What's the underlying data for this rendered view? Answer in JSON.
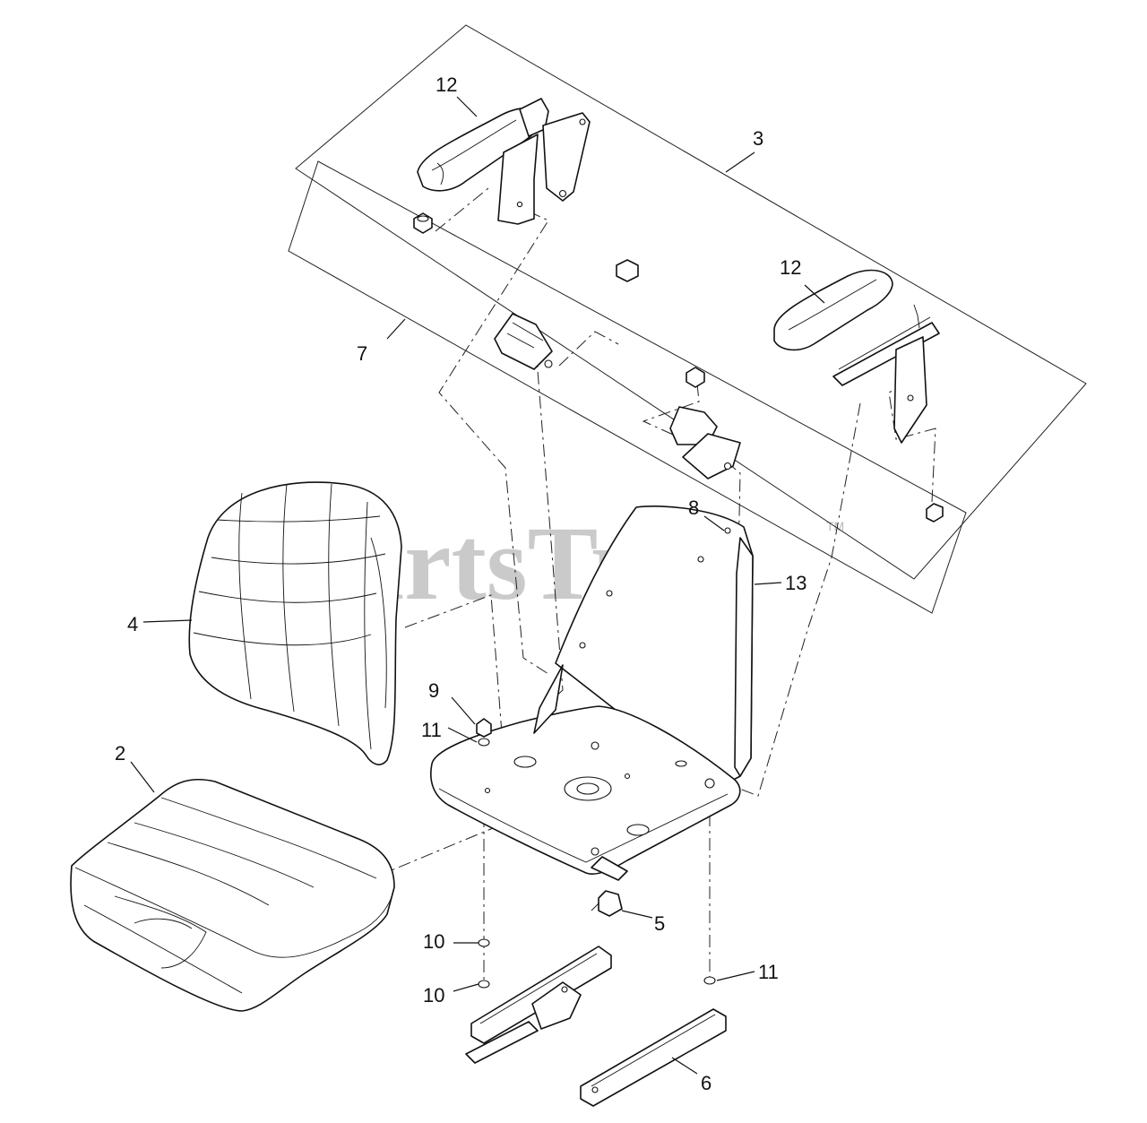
{
  "watermark": {
    "text": "PartsTree",
    "trademark": "TM"
  },
  "callouts": {
    "c12a": "12",
    "c12b": "12",
    "c3": "3",
    "c7": "7",
    "c8": "8",
    "c13": "13",
    "c4": "4",
    "c9": "9",
    "c11a": "11",
    "c2": "2",
    "c5": "5",
    "c10a": "10",
    "c10b": "10",
    "c11b": "11",
    "c6": "6"
  }
}
